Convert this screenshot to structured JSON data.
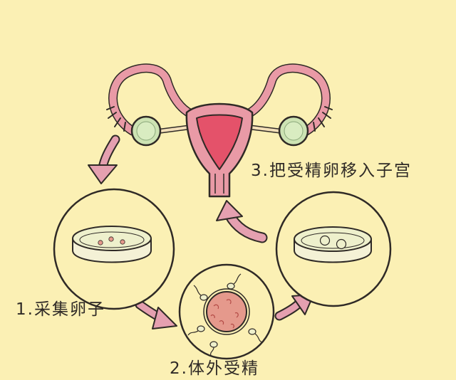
{
  "steps": [
    {
      "label": "1.采集卵子"
    },
    {
      "label": "2.体外受精"
    },
    {
      "label": "3.把受精卵移入子宫"
    }
  ],
  "colors": {
    "background": "#fbf0b4",
    "uterus_pink": "#e99aa6",
    "uterus_red": "#e4526a",
    "ovary_green": "#cde3b3",
    "arrow_pink": "#e5a0b0",
    "outline": "#2f2a26",
    "egg_pink": "#e5998c",
    "dish_fill": "#eef0cc"
  }
}
